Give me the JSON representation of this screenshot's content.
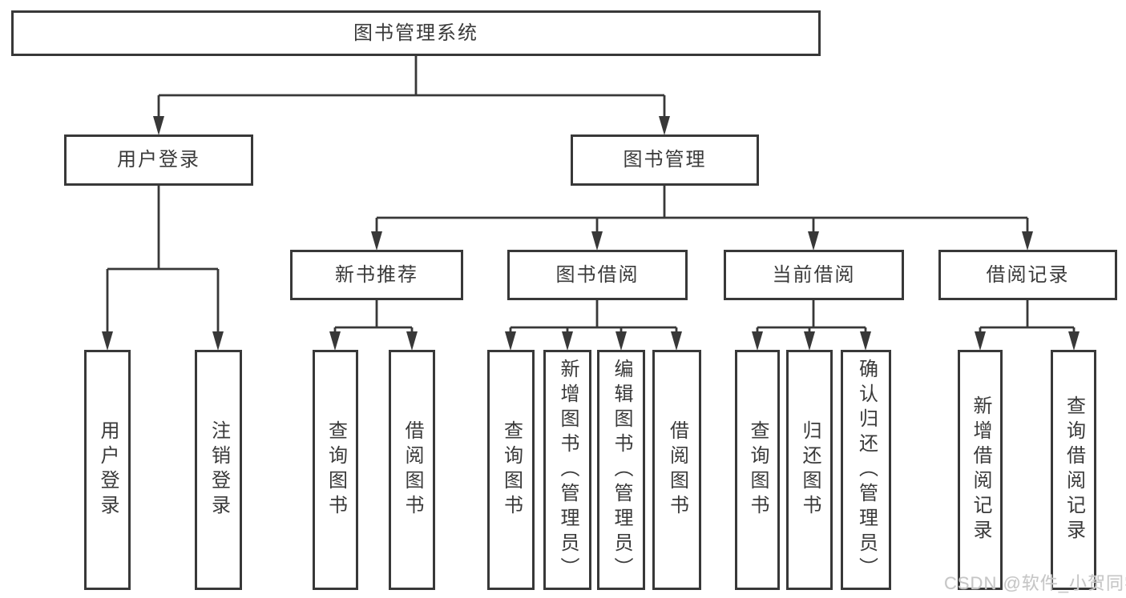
{
  "diagram": {
    "title": "图书管理系统",
    "root": {
      "label": "图书管理系统"
    },
    "branches": [
      {
        "label": "用户登录",
        "children": [
          {
            "label": "用户登录"
          },
          {
            "label": "注销登录"
          }
        ]
      },
      {
        "label": "图书管理",
        "groups": [
          {
            "label": "新书推荐",
            "children": [
              {
                "label": "查询图书"
              },
              {
                "label": "借阅图书"
              }
            ]
          },
          {
            "label": "图书借阅",
            "children": [
              {
                "label": "查询图书"
              },
              {
                "label": "新增图书（管理员）"
              },
              {
                "label": "编辑图书（管理员）"
              },
              {
                "label": "借阅图书"
              }
            ]
          },
          {
            "label": "当前借阅",
            "children": [
              {
                "label": "查询图书"
              },
              {
                "label": "归还图书"
              },
              {
                "label": "确认归还（管理员）"
              }
            ]
          },
          {
            "label": "借阅记录",
            "children": [
              {
                "label": "新增借阅记录"
              },
              {
                "label": "查询借阅记录"
              }
            ]
          }
        ]
      }
    ]
  },
  "watermark": "CSDN @软件_小贺同学",
  "colors": {
    "line": "#383838",
    "text": "#3a3a3a",
    "background": "#ffffff",
    "watermark": "#c6c6c6"
  }
}
